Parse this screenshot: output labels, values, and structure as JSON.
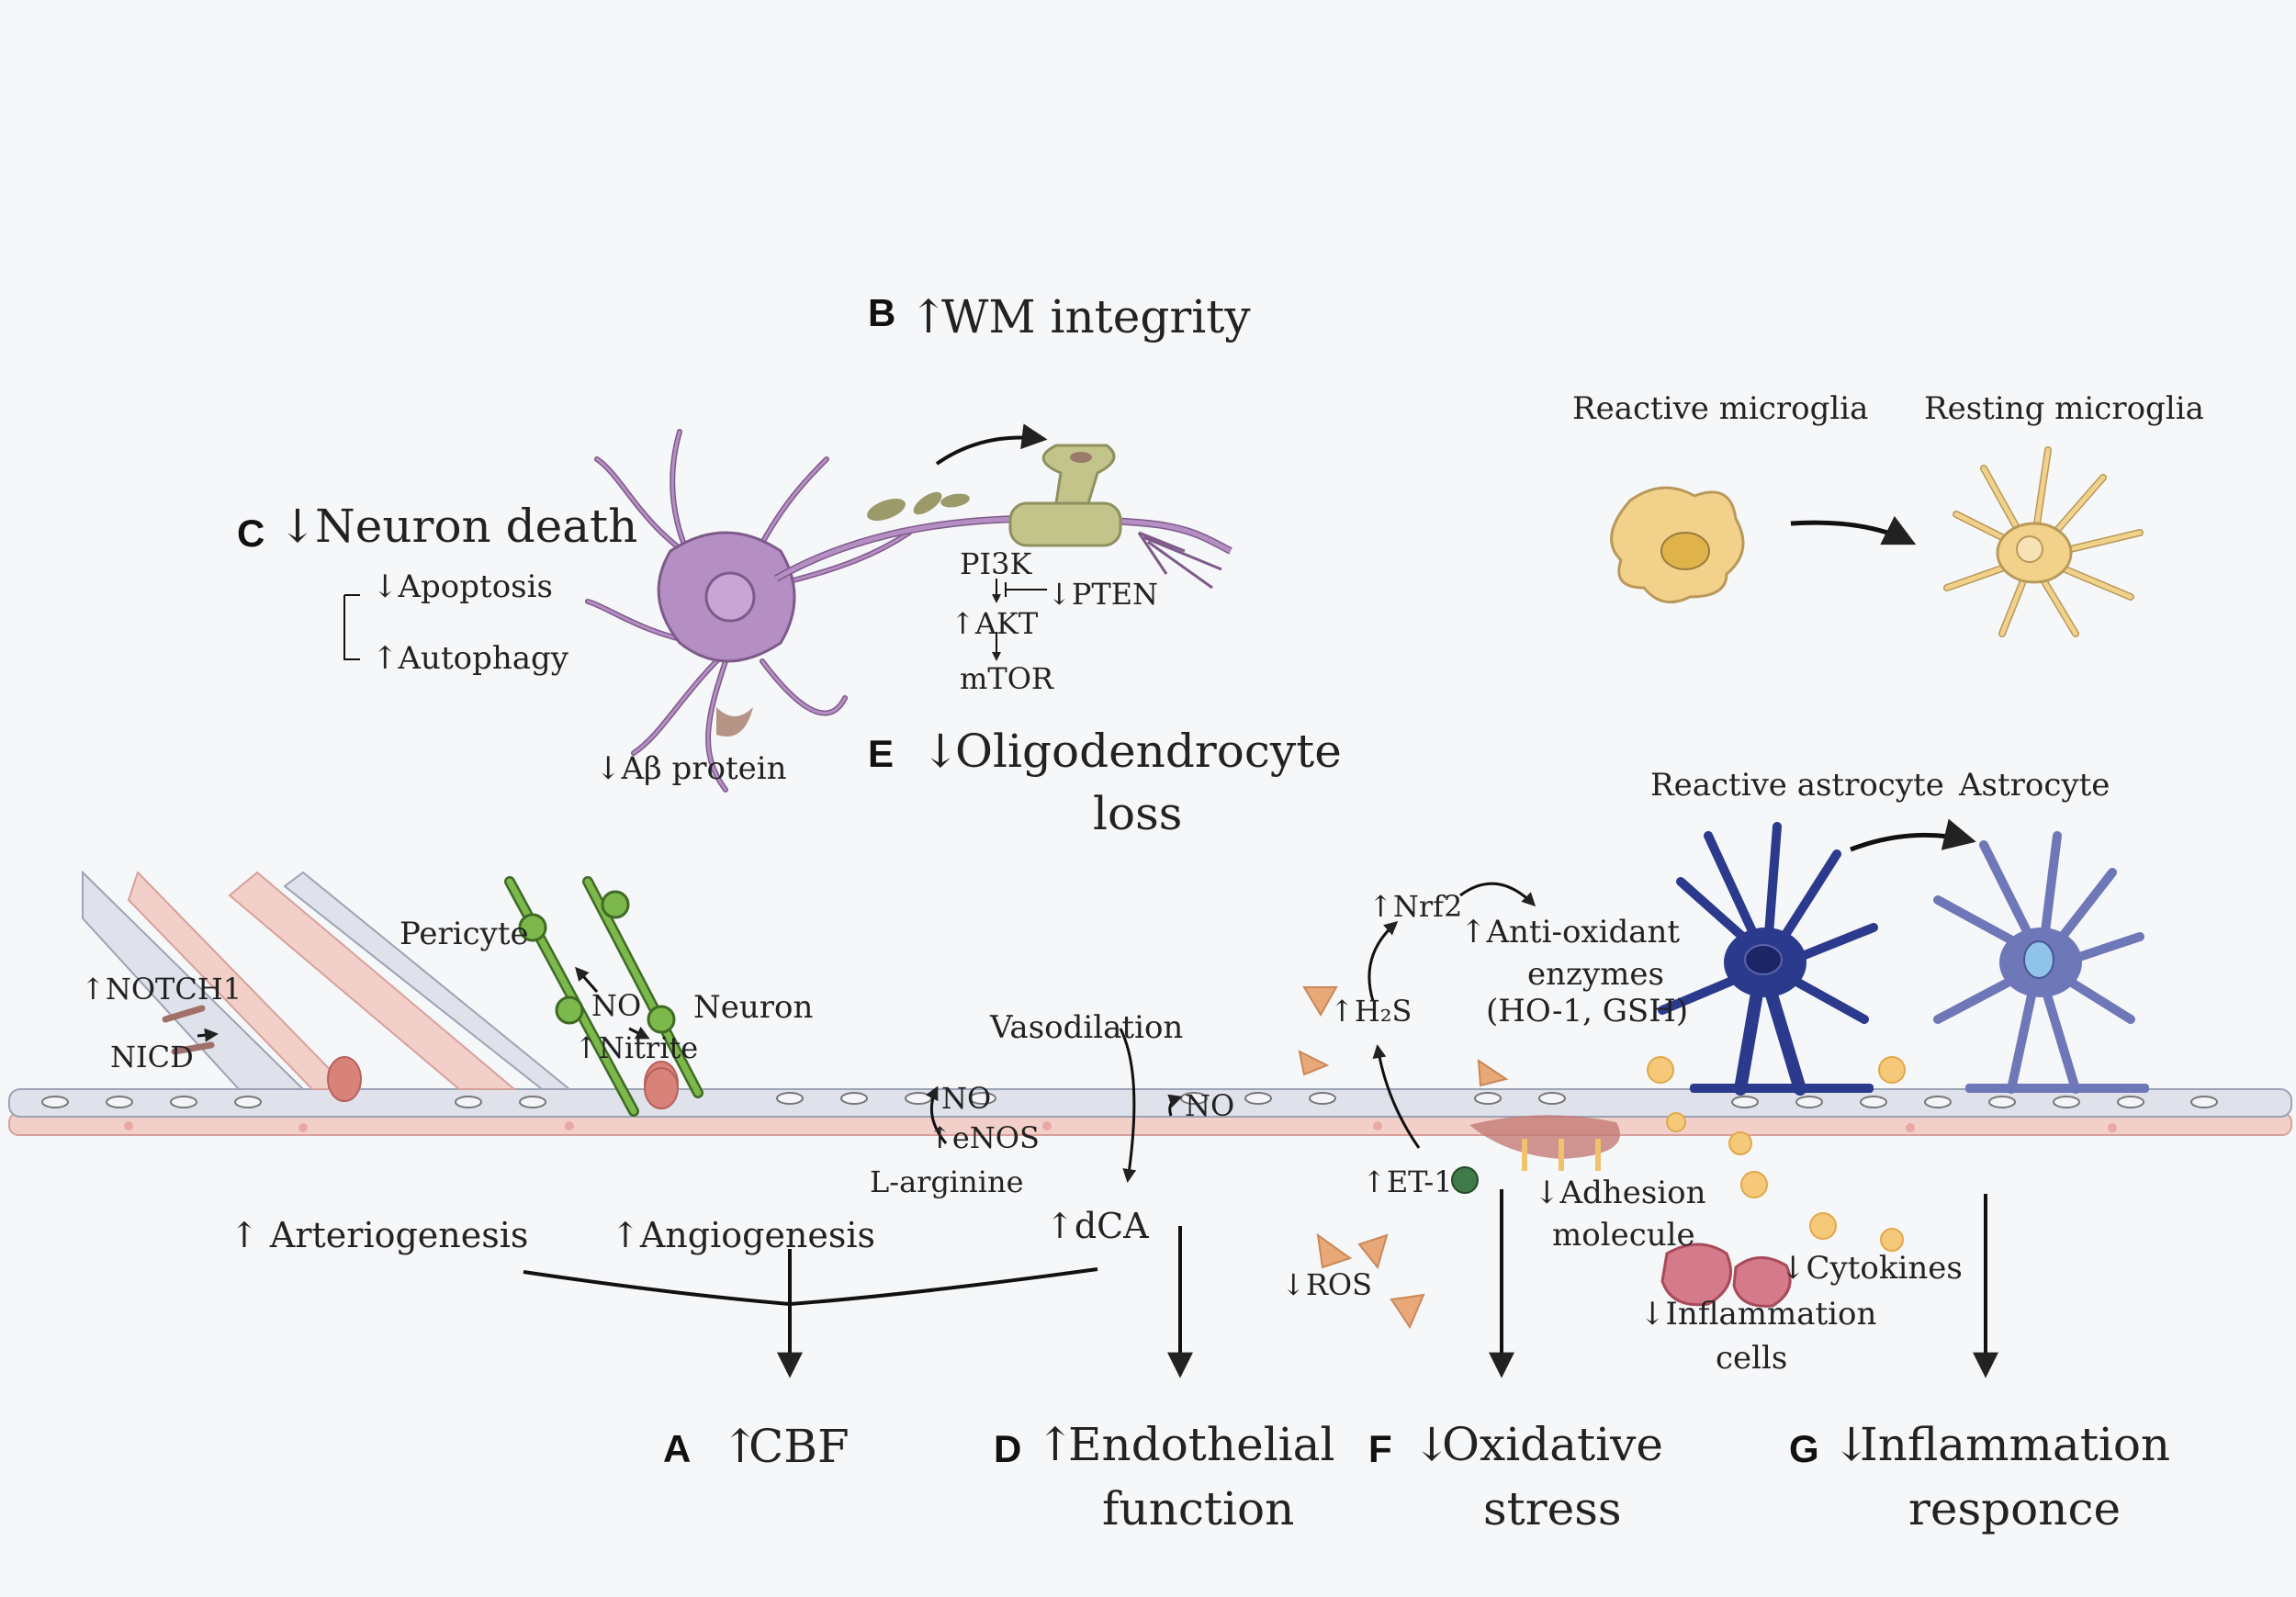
{
  "colors": {
    "background": "#f6f7f9",
    "neuron": "#b58ec4",
    "oligodendrocyte": "#c2c48a",
    "pericyte": "#7cb84c",
    "microglia": "#f2d28a",
    "reactive_astrocyte": "#2b3a8c",
    "astrocyte": "#6e78b8",
    "endothelium": "#dfe2ea",
    "smooth_muscle": "#f3cfc9",
    "ros": "#e8a878"
  },
  "panels": {
    "a": {
      "letter": "A",
      "arrow": "↑",
      "label": "CBF"
    },
    "b": {
      "letter": "B",
      "arrow": "↑",
      "label": "WM integrity"
    },
    "c": {
      "letter": "C",
      "arrow": "↓",
      "label": "Neuron death"
    },
    "d": {
      "letter": "D",
      "arrow": "↑",
      "line1": "Endothelial",
      "line2": "function"
    },
    "e": {
      "letter": "E",
      "arrow": "↓",
      "line1": "Oligodendrocyte",
      "line2": "loss"
    },
    "f": {
      "letter": "F",
      "arrow": "↓",
      "line1": "Oxidative",
      "line2": "stress"
    },
    "g": {
      "letter": "G",
      "arrow": "↓",
      "line1": "Inflammation",
      "line2": "responce"
    }
  },
  "labels": {
    "apoptosis": "↓Apoptosis",
    "autophagy": "↑Autophagy",
    "abeta": "↓Aβ protein",
    "pi3k": "PI3K",
    "pten": "↓PTEN",
    "akt": "↑AKT",
    "mtor": "mTOR",
    "reactive_microglia": "Reactive microglia",
    "resting_microglia": "Resting microglia",
    "reactive_astrocyte": "Reactive astrocyte",
    "astrocyte": "Astrocyte",
    "pericyte": "Pericyte",
    "neuron": "Neuron",
    "notch1": "↑NOTCH1",
    "nicd": "NICD",
    "no_peri": "NO",
    "nitrite": "↑Nitrite",
    "vasodilation": "Vasodilation",
    "no_endo": "NO",
    "no_endo2": "NO",
    "enos": "↑eNOS",
    "larginine": "L-arginine",
    "nrf2": "↑Nrf2",
    "antiox1": "↑Anti-oxidant",
    "antiox2": "enzymes",
    "antiox3": "(HO-1, GSH)",
    "h2s": "↑H₂S",
    "et1": "↑ET-1",
    "adhesion1": "↓Adhesion",
    "adhesion2": "molecule",
    "cytokines": "↓Cytokines",
    "inflam1": "↓Inflammation",
    "inflam2": "cells",
    "ros": "↓ROS",
    "arteriogenesis": "↑ Arteriogenesis",
    "angiogenesis": "↑Angiogenesis",
    "dca": "↑dCA"
  }
}
